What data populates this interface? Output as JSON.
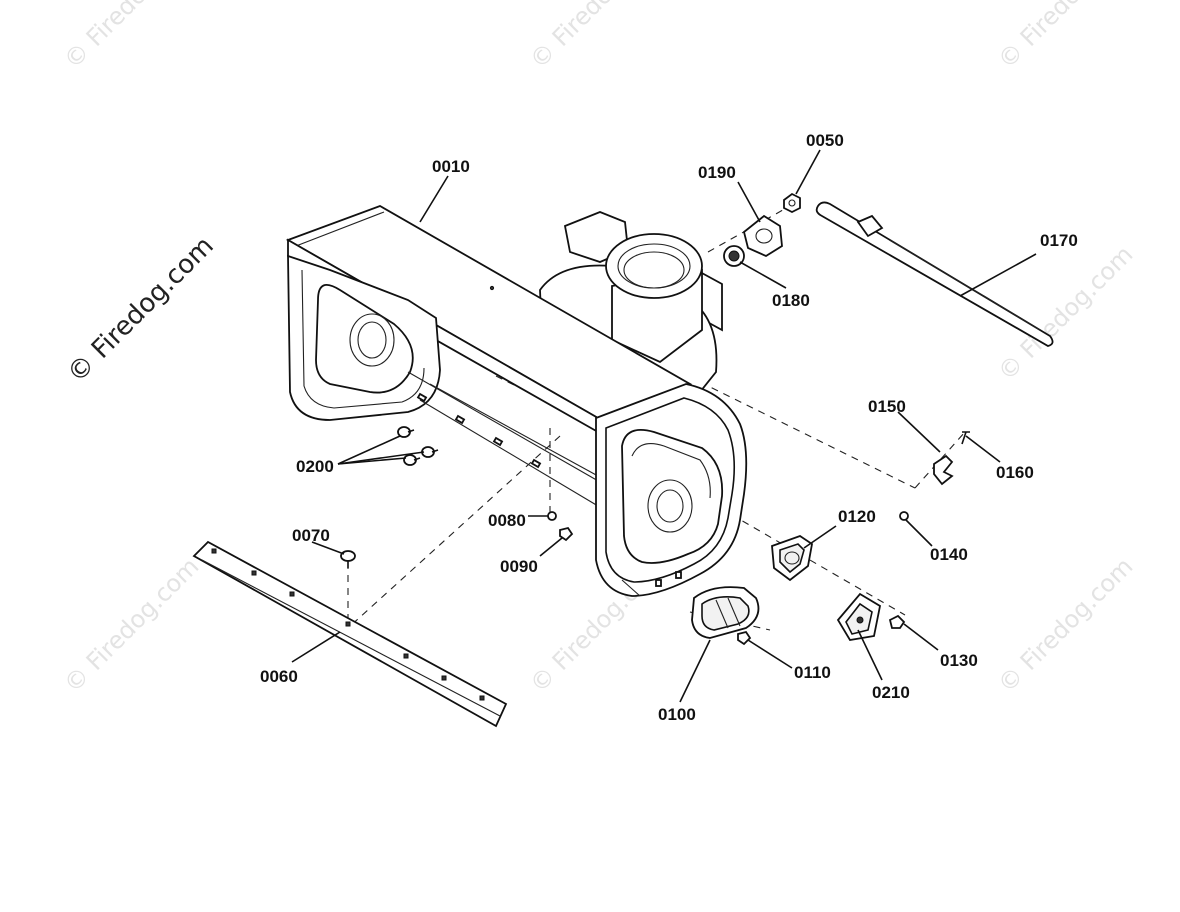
{
  "watermark": {
    "main": "© Firedog.com",
    "faint": "© Firedog.com"
  },
  "callouts": {
    "p0010": "0010",
    "p0050": "0050",
    "p0060": "0060",
    "p0070": "0070",
    "p0080": "0080",
    "p0090": "0090",
    "p0100": "0100",
    "p0110": "0110",
    "p0120": "0120",
    "p0130": "0130",
    "p0140": "0140",
    "p0150": "0150",
    "p0160": "0160",
    "p0170": "0170",
    "p0180": "0180",
    "p0190": "0190",
    "p0200": "0200",
    "p0210": "0210"
  }
}
